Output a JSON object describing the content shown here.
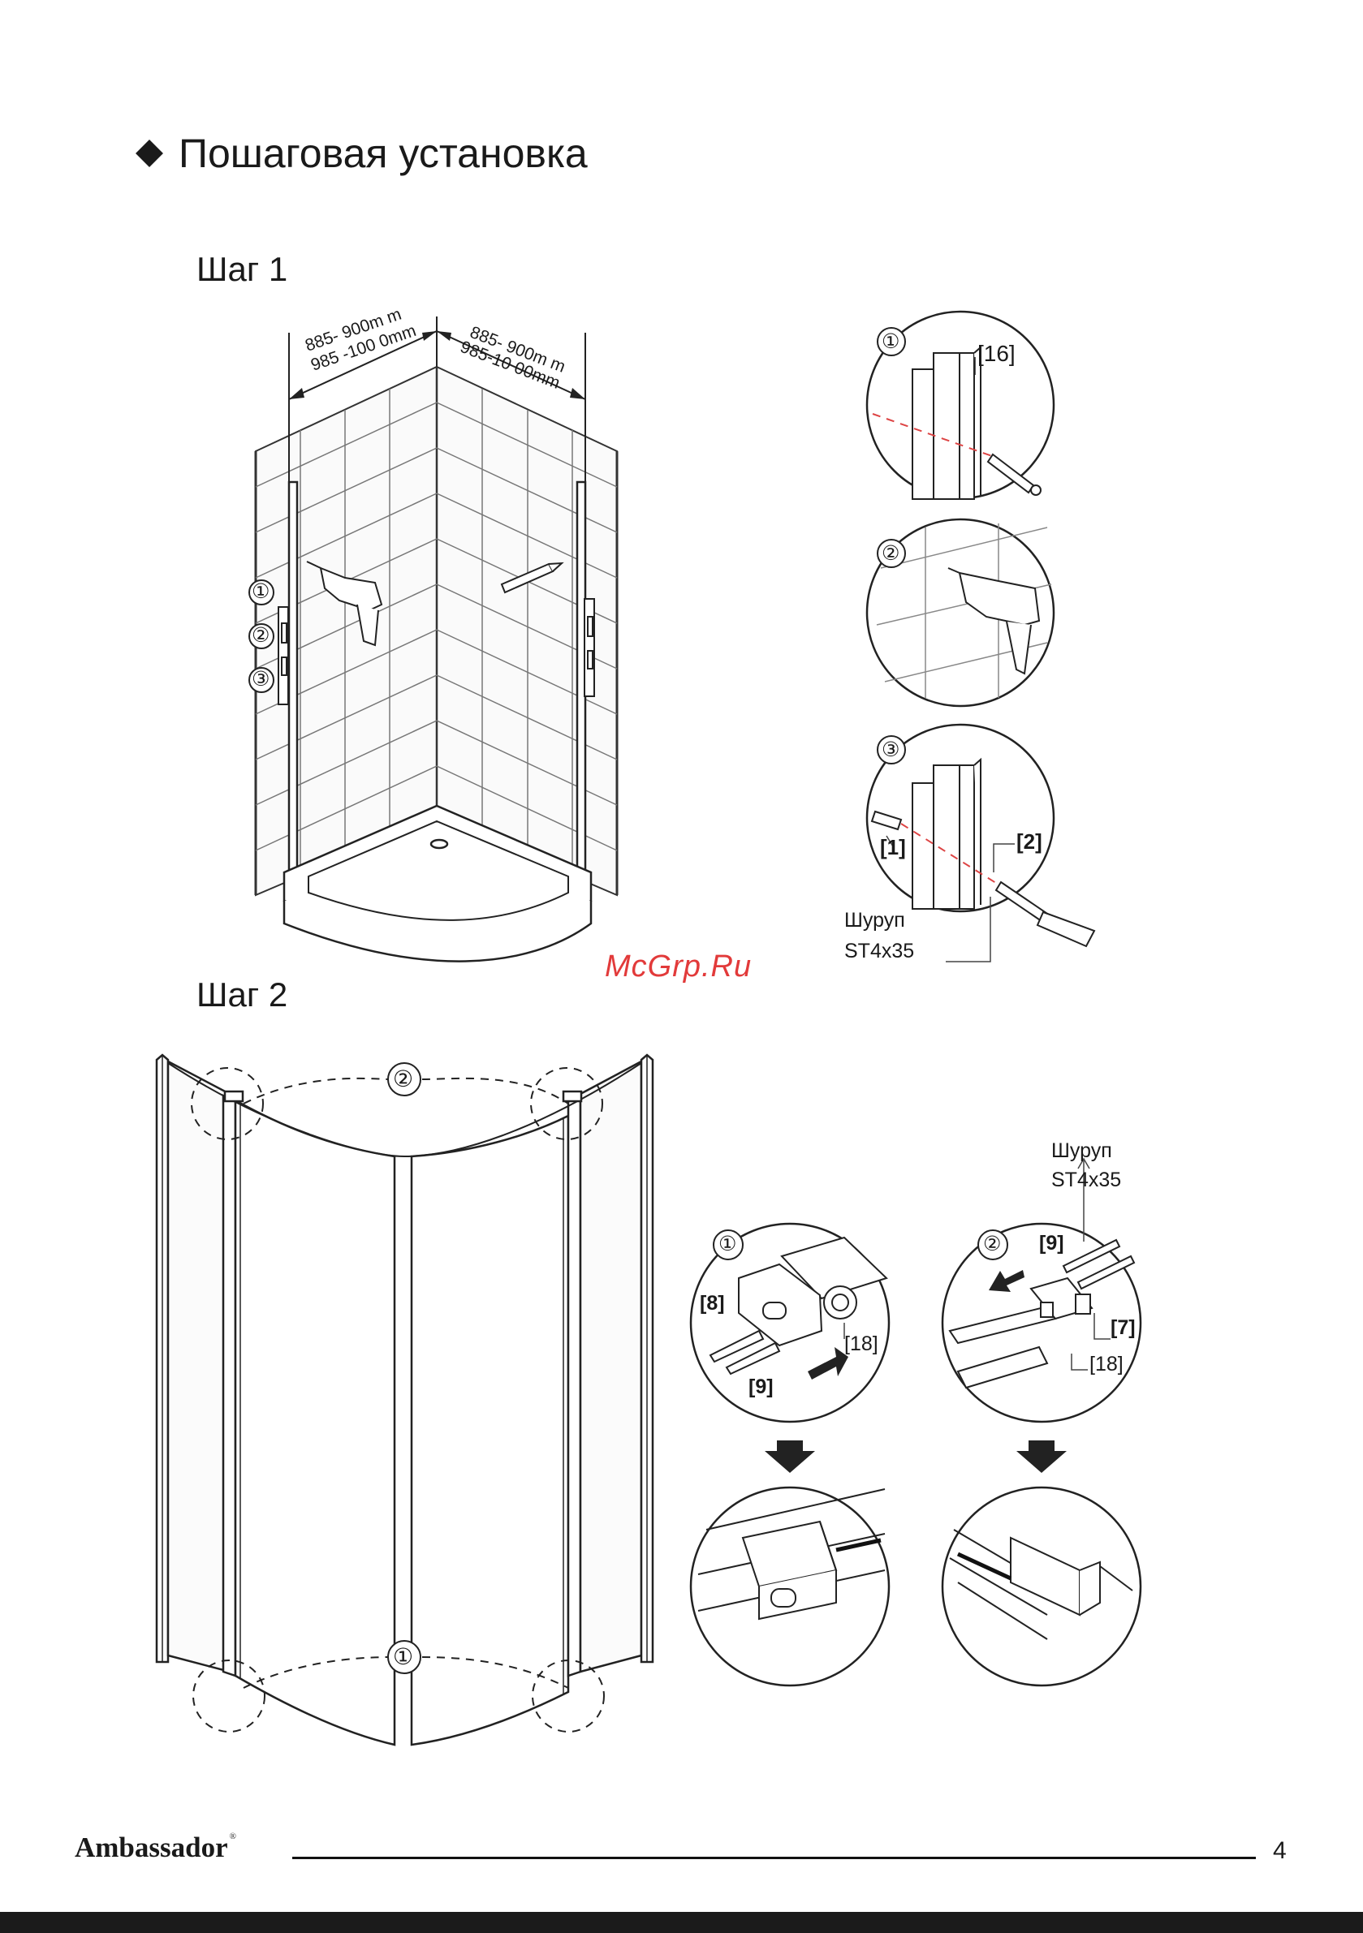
{
  "header": {
    "title": "Пошаговая установка"
  },
  "step1": {
    "title": "Шаг 1",
    "dimension_left": [
      "885- 900m m",
      "985 -100 0mm"
    ],
    "dimension_right": [
      "885- 900m m",
      "985-10 00mm"
    ],
    "callouts": [
      "①",
      "②",
      "③"
    ],
    "detail1": {
      "number": "①",
      "part": "[16]"
    },
    "detail2": {
      "number": "②"
    },
    "detail3": {
      "number": "③",
      "part_plug": "[1]",
      "part_screw": "[2]",
      "screw_label": "Шуруп",
      "screw_size": "ST4x35"
    }
  },
  "watermark": "McGrp.Ru",
  "step2": {
    "title": "Шаг 2",
    "callout_top": "②",
    "callout_bottom": "①",
    "detail1": {
      "number": "①",
      "part_a": "[8]",
      "part_b": "[9]",
      "part_c": "[18]"
    },
    "detail2": {
      "number": "②",
      "part_a": "[9]",
      "part_b": "[7]",
      "part_c": "[18]",
      "screw_label": "Шуруп",
      "screw_size": "ST4x35"
    }
  },
  "footer": {
    "brand": "Ambassador",
    "mark": "®",
    "page": "4"
  }
}
